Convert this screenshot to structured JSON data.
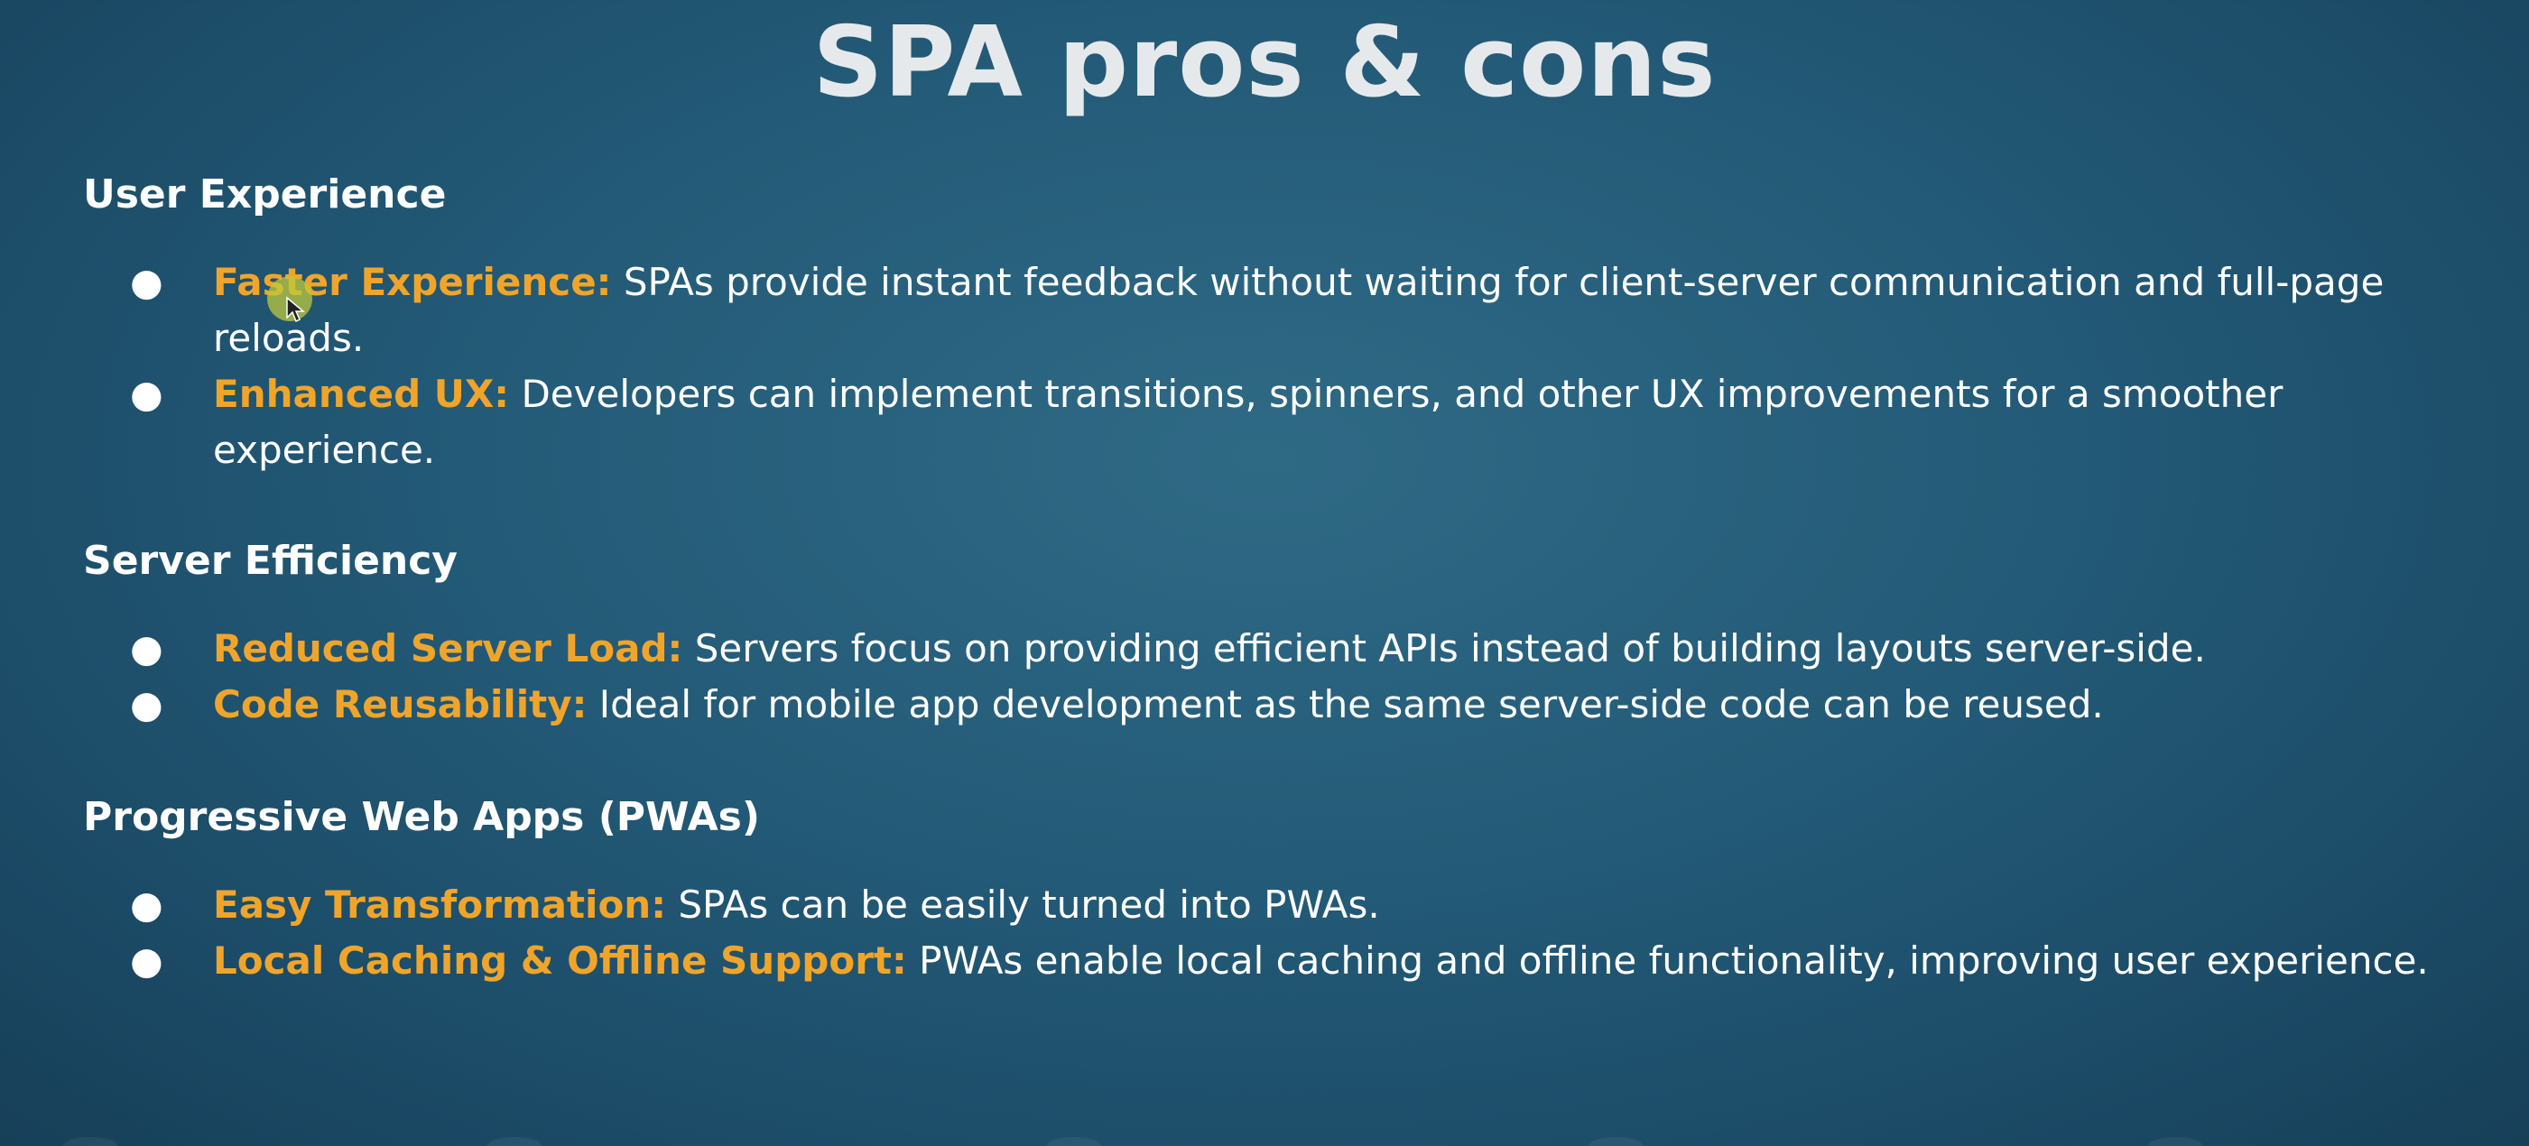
{
  "slide": {
    "title": "SPA pros & cons",
    "sections": [
      {
        "heading": "User Experience",
        "items": [
          {
            "term": "Faster Experience:",
            "text": "SPAs provide instant feedback without waiting for client-server communication and full-page reloads."
          },
          {
            "term": "Enhanced UX:",
            "text": "Developers can implement transitions, spinners, and other UX improvements for a smoother experience."
          }
        ]
      },
      {
        "heading": "Server Efficiency",
        "items": [
          {
            "term": "Reduced Server Load:",
            "text": "Servers focus on providing efficient APIs instead of building layouts server-side."
          },
          {
            "term": "Code Reusability:",
            "text": "Ideal for mobile app development as the same server-side code can be reused."
          }
        ]
      },
      {
        "heading": "Progressive Web Apps (PWAs)",
        "items": [
          {
            "term": "Easy Transformation:",
            "text": "SPAs can be easily turned into PWAs."
          },
          {
            "term": "Local Caching & Offline Support:",
            "text": "PWAs enable local caching and offline functionality, improving user experience."
          }
        ]
      }
    ],
    "bullet_glyph": "●"
  },
  "colors": {
    "background": "#235a77",
    "title": "#e6e9eb",
    "heading": "#ffffff",
    "term": "#f0a52a",
    "body": "#ffffff",
    "cursor_highlight": "#bec83c"
  },
  "icons": {
    "cursor": "mouse-pointer-icon"
  }
}
